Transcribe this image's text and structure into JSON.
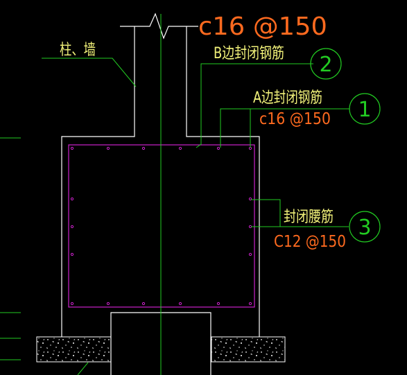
{
  "labels": {
    "main_rebar": "c16 @150",
    "column_wall": "柱、墙",
    "b_side_closed": "B边封闭钢筋",
    "a_side_closed": "A边封闭钢筋",
    "a_side_spec": "c16 @150",
    "waist_rebar": "封闭腰筋",
    "waist_spec": "C12 @150"
  },
  "callouts": {
    "one": "1",
    "two": "2",
    "three": "3"
  },
  "colors": {
    "background": "#000000",
    "outline": "#ffffff",
    "leader": "#22cc22",
    "stirrup": "#cc22cc",
    "annotation_orange": "#ff6a1f",
    "annotation_yellow": "#f2f27a"
  }
}
